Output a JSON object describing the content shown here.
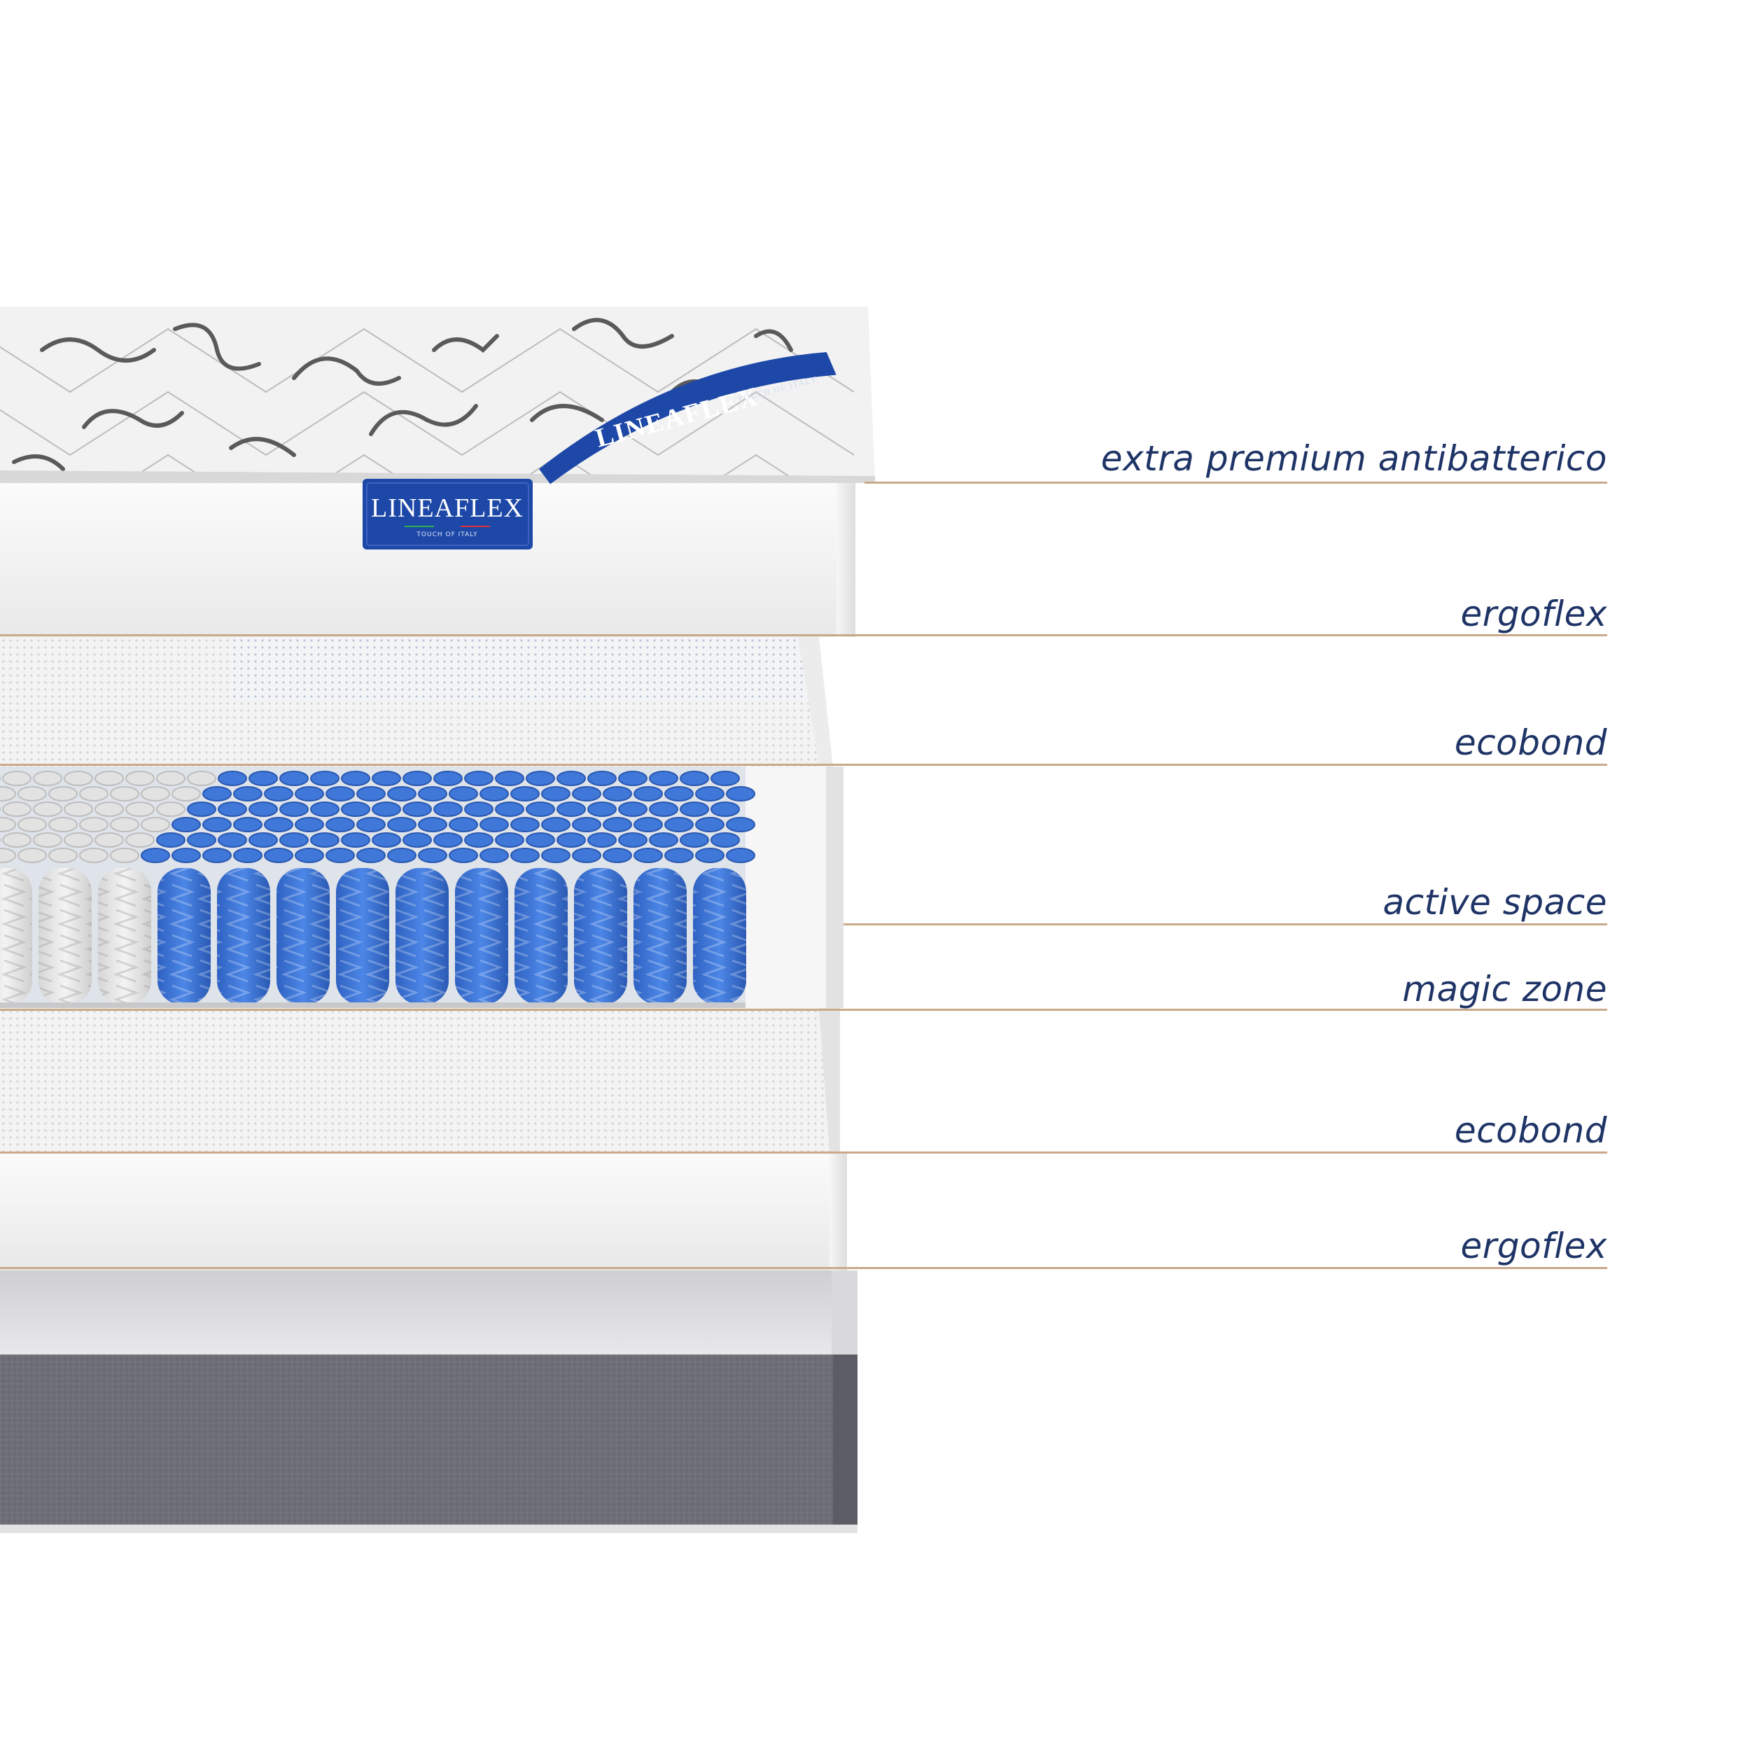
{
  "colors": {
    "label_text": "#1f3466",
    "leader_line": "#c9a98a",
    "brand_blue": "#1d48a8",
    "spring_blue": "#3a74d6",
    "spring_white": "#e6e6e6",
    "foam_white": "#f5f5f5",
    "base_grey": "#6e6e76",
    "quilt_bg": "#f2f2f2"
  },
  "brand": {
    "label_name": "LINEAFLEX",
    "label_tagline": "TOUCH OF ITALY",
    "ribbon_name": "LINEAFLEX",
    "ribbon_tagline": "TOUCH OF ITALY"
  },
  "layers": [
    {
      "label": "extra premium antibatterico"
    },
    {
      "label": "ergoflex"
    },
    {
      "label": "ecobond"
    },
    {
      "label": "active space"
    },
    {
      "label": "magic zone"
    },
    {
      "label": "ecobond"
    },
    {
      "label": "ergoflex"
    }
  ]
}
